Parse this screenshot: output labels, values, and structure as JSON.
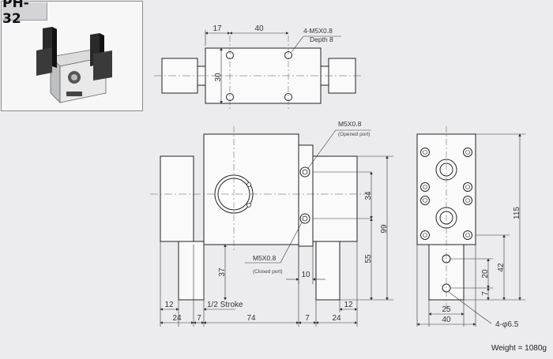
{
  "model": "PH-32",
  "top_view": {
    "dim_left": "17",
    "dim_spacing": "40",
    "dim_height": "30",
    "tap_note": "4-M5X0.8",
    "tap_depth": "Depth 8"
  },
  "front_view": {
    "port_top": "M5X0.8",
    "port_top_sub": "(Opened port)",
    "port_bottom": "M5X0.8",
    "port_bottom_sub": "(Closed port)",
    "dim_34": "34",
    "dim_99": "99",
    "dim_55": "55",
    "dim_37": "37",
    "dim_10": "10",
    "dim_12_left": "12",
    "dim_12_right": "12",
    "half_stroke": "1/2 Stroke",
    "dim_24_left": "24",
    "dim_7_left": "7",
    "dim_74": "74",
    "dim_7_right": "7",
    "dim_24_right": "24"
  },
  "side_view": {
    "dim_115": "115",
    "dim_42": "42",
    "dim_20": "20",
    "dim_7": "7",
    "dim_25": "25",
    "dim_40": "40",
    "hole_note": "4-φ6.5"
  },
  "weight": "Weight = 1080g"
}
